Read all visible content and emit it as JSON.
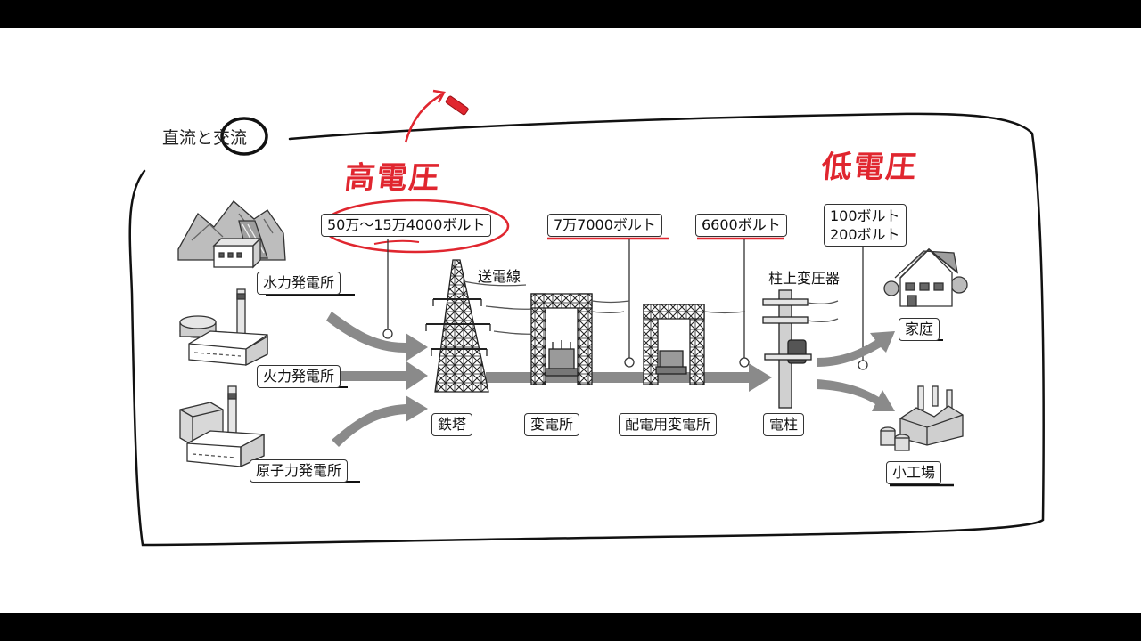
{
  "title": "直流と交流",
  "annotations": {
    "high_voltage": "高電圧",
    "low_voltage": "低電圧"
  },
  "plants": {
    "hydro": "水力発電所",
    "thermal": "火力発電所",
    "nuclear": "原子力発電所"
  },
  "voltages": {
    "v1": "50万～15万4000ボルト",
    "v2": "7万7000ボルト",
    "v3": "6600ボルト",
    "v4a": "100ボルト",
    "v4b": "200ボルト"
  },
  "facilities": {
    "transmission_line": "送電線",
    "tower": "鉄塔",
    "substation": "変電所",
    "distribution_substation": "配電用変電所",
    "pole": "電柱",
    "pole_transformer": "柱上変圧器",
    "home": "家庭",
    "small_factory": "小工場"
  },
  "colors": {
    "annotation": "#e0262f",
    "arrow": "#8a8a8a",
    "ink": "#111111"
  }
}
